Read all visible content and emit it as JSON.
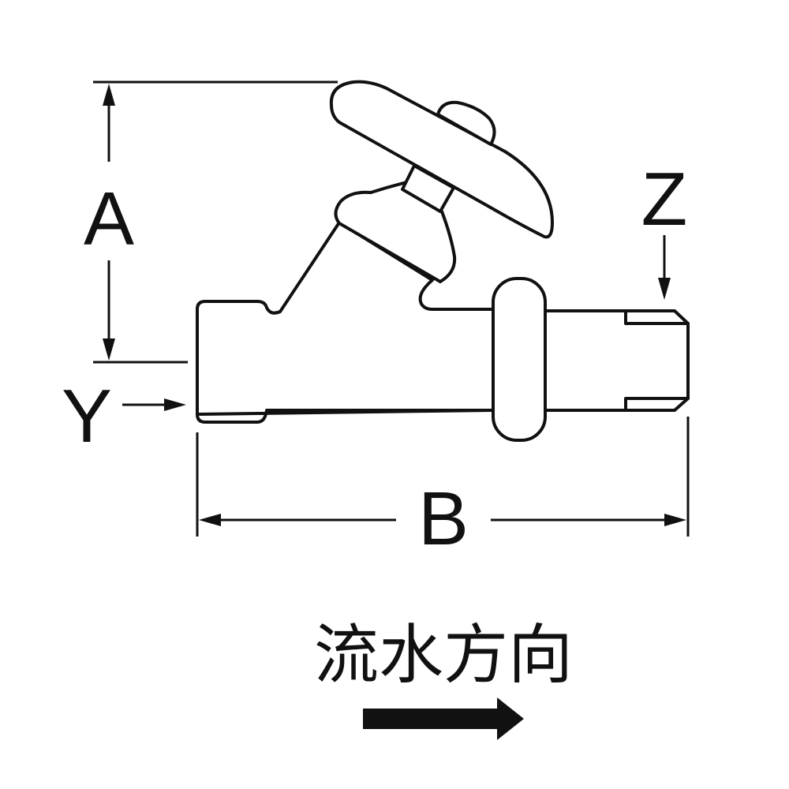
{
  "labels": {
    "dim_a": "A",
    "dim_b": "B",
    "port_y": "Y",
    "port_z": "Z",
    "flow_direction": "流水方向"
  },
  "colors": {
    "line": "#111111",
    "background": "#ffffff"
  },
  "icons": {
    "flow_arrow": "right-arrow-icon"
  }
}
